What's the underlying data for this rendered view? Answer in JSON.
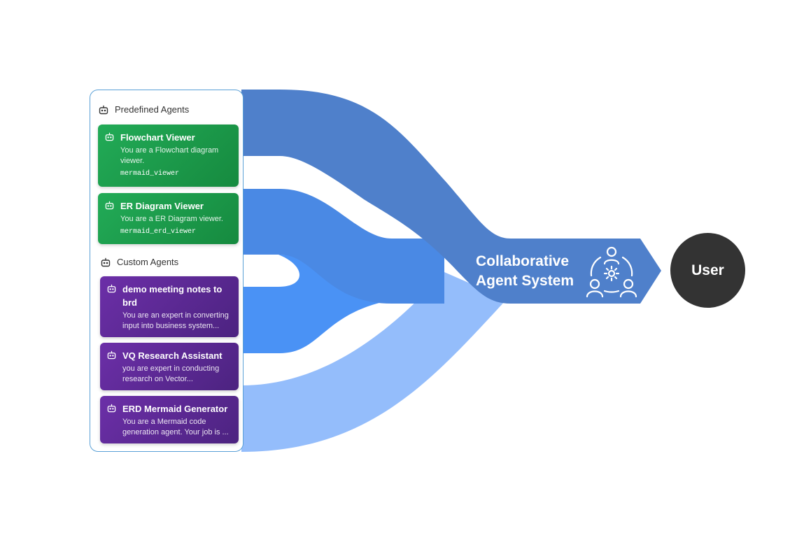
{
  "diagram": {
    "hub": {
      "label_line1": "Collaborative",
      "label_line2": "Agent System",
      "icon": "team-collaboration-gear-icon",
      "color": "#5082cb"
    },
    "user": {
      "label": "User",
      "color": "#333333"
    },
    "flow_colors": [
      "#4f80cb",
      "#4a89e4",
      "#4a92f5",
      "#94bdfb"
    ]
  },
  "panel": {
    "predefined": {
      "title": "Predefined Agents",
      "icon": "robot-icon",
      "agents": [
        {
          "title": "Flowchart Viewer",
          "desc_lines": [
            "You are a Flowchart diagram",
            "viewer."
          ],
          "code": "mermaid_viewer",
          "color": "#1f9e4f"
        },
        {
          "title": "ER Diagram Viewer",
          "desc_lines": [
            "You are a ER Diagram viewer."
          ],
          "code": "mermaid_erd_viewer",
          "color": "#1f9e4f"
        }
      ]
    },
    "custom": {
      "title": "Custom Agents",
      "icon": "robot-icon",
      "agents": [
        {
          "title_lines": [
            "demo meeting notes to",
            "brd"
          ],
          "desc_lines": [
            "You are an expert in converting",
            "input into business system..."
          ],
          "color": "#5e2a96"
        },
        {
          "title_lines": [
            "VQ Research Assistant"
          ],
          "desc_lines": [
            "you are expert in conducting",
            "research on Vector..."
          ],
          "color": "#5e2a96"
        },
        {
          "title_lines": [
            "ERD Mermaid Generator"
          ],
          "desc_lines": [
            "You are a Mermaid code",
            "generation agent. Your job is ..."
          ],
          "color": "#5e2a96"
        }
      ]
    }
  }
}
